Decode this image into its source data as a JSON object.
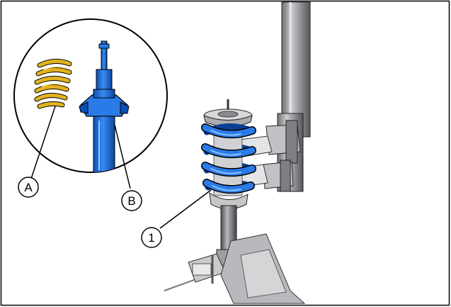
{
  "figure": {
    "callouts": {
      "a": "A",
      "b": "B",
      "one": "1"
    },
    "colors": {
      "spring_gold": "#D9A514",
      "spring_blue": "#1F6FE0",
      "component_blue": "#1E74E8",
      "outline": "#000000",
      "metal_grey": "#8A8C90",
      "metal_light": "#D6D7D8"
    },
    "parts": [
      "detail-circle",
      "small-gold-spring",
      "blue-shock-absorber-rod",
      "blue-coil-spring",
      "spring-compressor-column",
      "bench-vise"
    ]
  }
}
